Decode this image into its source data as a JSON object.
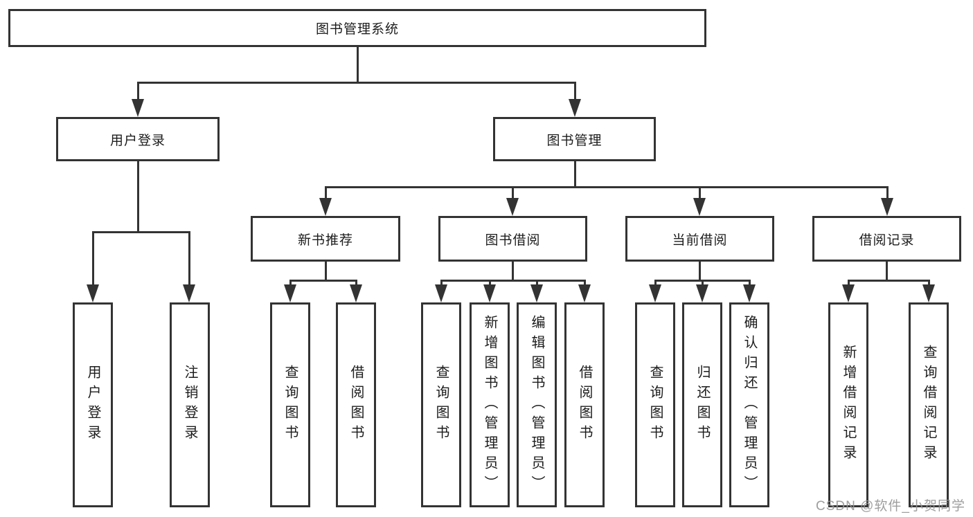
{
  "diagram": {
    "root": {
      "label": "图书管理系统"
    },
    "branches": [
      {
        "label": "用户登录",
        "children": [
          {
            "label": "用户登录"
          },
          {
            "label": "注销登录"
          }
        ]
      },
      {
        "label": "图书管理",
        "children": [
          {
            "label": "新书推荐",
            "children": [
              {
                "label": "查询图书"
              },
              {
                "label": "借阅图书"
              }
            ]
          },
          {
            "label": "图书借阅",
            "children": [
              {
                "label": "查询图书"
              },
              {
                "label": "新增图书（管理员）"
              },
              {
                "label": "编辑图书（管理员）"
              },
              {
                "label": "借阅图书"
              }
            ]
          },
          {
            "label": "当前借阅",
            "children": [
              {
                "label": "查询图书"
              },
              {
                "label": "归还图书"
              },
              {
                "label": "确认归还（管理员）"
              }
            ]
          },
          {
            "label": "借阅记录",
            "children": [
              {
                "label": "新增借阅记录"
              },
              {
                "label": "查询借阅记录"
              }
            ]
          }
        ]
      }
    ]
  },
  "watermark": {
    "text": "CSDN @软件_小贺同学"
  },
  "colors": {
    "line": "#333333",
    "box_border": "#333333",
    "text": "#1c1c1c",
    "watermark": "#949494",
    "background": "#ffffff"
  }
}
